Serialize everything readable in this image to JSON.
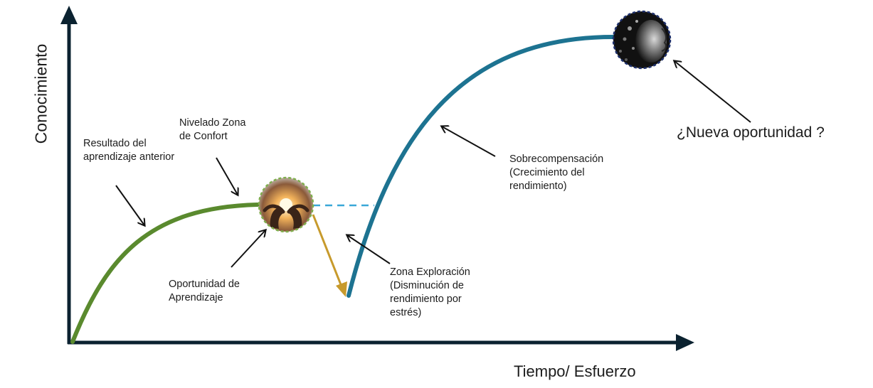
{
  "axes": {
    "y_label": "Conocimiento",
    "x_label": "Tiempo/ Esfuerzo"
  },
  "annotations": {
    "previous_learning": "Resultado del\naprendizaje anterior",
    "comfort_zone": "Nivelado Zona\nde Confort",
    "learning_opportunity": "Oportunidad de\nAprendizaje",
    "exploration_zone": "Zona Exploración\n(Disminución de\nrendimiento por\nestrés)",
    "overcompensation": "Sobrecompensación\n(Crecimiento del\nrendimiento)",
    "new_opportunity": "¿Nueva oportunidad ?"
  },
  "colors": {
    "axis": "#0b2230",
    "green_curve": "#5a8a2e",
    "blue_curve": "#1d7391",
    "drop_arrow": "#c79a2c",
    "dashed_line": "#3aa8d8",
    "pointer": "#111111",
    "circle_border_green": "#7fae4d",
    "circle_border_navy": "#1d2f6b"
  },
  "icons": {
    "hands_light": "hands-holding-light-icon",
    "face": "dissolving-face-icon"
  }
}
